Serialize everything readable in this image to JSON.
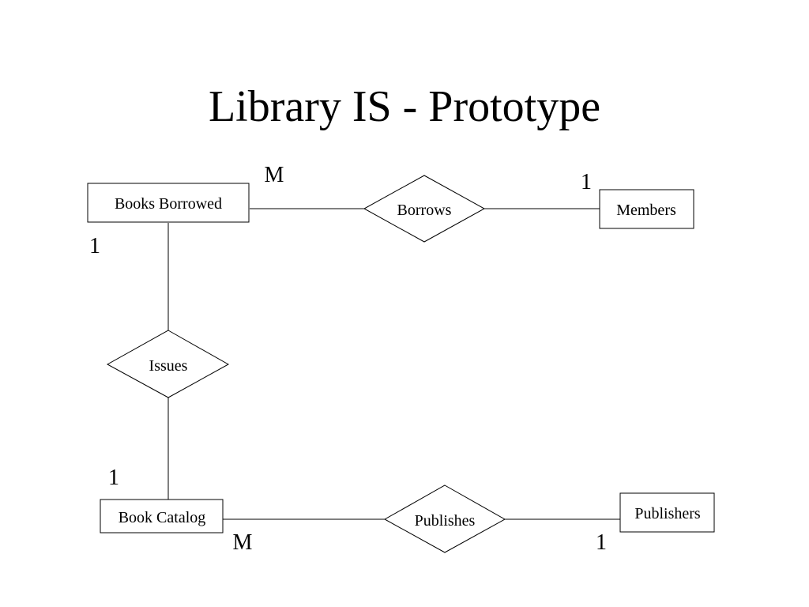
{
  "slide": {
    "title": "Library IS - Prototype"
  },
  "diagram": {
    "entities": {
      "books_borrowed": "Books Borrowed",
      "members": "Members",
      "book_catalog": "Book Catalog",
      "publishers": "Publishers"
    },
    "relationships": {
      "borrows": "Borrows",
      "issues": "Issues",
      "publishes": "Publishes"
    },
    "cardinalities": {
      "borrows_books_borrowed": "M",
      "borrows_members": "1",
      "issues_books_borrowed": "1",
      "issues_book_catalog": "1",
      "publishes_book_catalog": "M",
      "publishes_publishers": "1"
    }
  }
}
